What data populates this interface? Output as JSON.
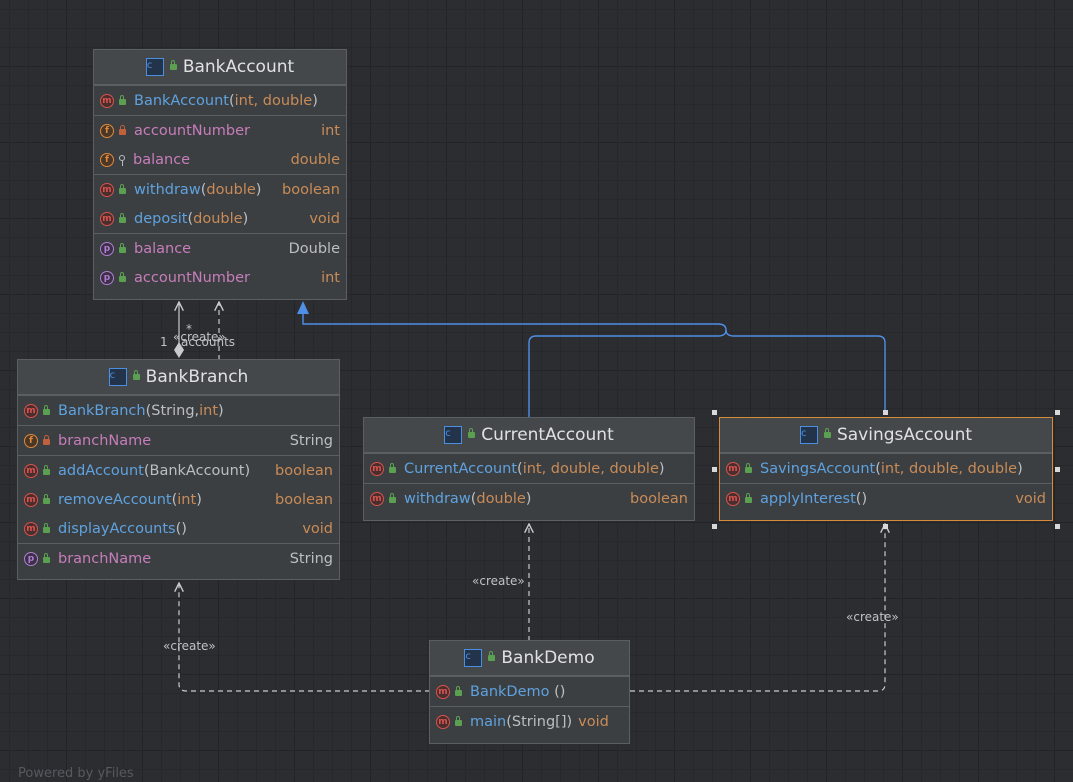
{
  "diagram": {
    "classes": {
      "bank_account": {
        "name": "BankAccount",
        "constructor": {
          "name": "BankAccount",
          "args": "int, double"
        },
        "fields": [
          {
            "name": "accountNumber",
            "type": "int"
          },
          {
            "name": "balance",
            "type": "double"
          }
        ],
        "methods": [
          {
            "name": "withdraw",
            "args": "double",
            "type": "boolean"
          },
          {
            "name": "deposit",
            "args": "double",
            "type": "void"
          }
        ],
        "properties": [
          {
            "name": "balance",
            "type": "Double"
          },
          {
            "name": "accountNumber",
            "type": "int"
          }
        ]
      },
      "bank_branch": {
        "name": "BankBranch",
        "constructor": {
          "name": "BankBranch",
          "args_a": "String",
          "args_b": "int"
        },
        "fields": [
          {
            "name": "branchName",
            "type": "String"
          }
        ],
        "methods": [
          {
            "name": "addAccount",
            "args": "BankAccount",
            "type": "boolean"
          },
          {
            "name": "removeAccount",
            "args": "int",
            "type": "boolean"
          },
          {
            "name": "displayAccounts",
            "args": "",
            "type": "void"
          }
        ],
        "properties": [
          {
            "name": "branchName",
            "type": "String"
          }
        ]
      },
      "current_account": {
        "name": "CurrentAccount",
        "constructor": {
          "name": "CurrentAccount",
          "args": "int, double, double"
        },
        "methods": [
          {
            "name": "withdraw",
            "args": "double",
            "type": "boolean"
          }
        ]
      },
      "savings_account": {
        "name": "SavingsAccount",
        "constructor": {
          "name": "SavingsAccount",
          "args": "int, double, double"
        },
        "methods": [
          {
            "name": "applyInterest",
            "args": "",
            "type": "void"
          }
        ]
      },
      "bank_demo": {
        "name": "BankDemo",
        "constructor": {
          "name": "BankDemo",
          "args": ""
        },
        "methods": [
          {
            "name": "main",
            "args": "String[]",
            "type": "void"
          }
        ]
      }
    },
    "edge_labels": {
      "create": "«create»",
      "multiplicity_one": "1",
      "multiplicity_many": "*",
      "role_accounts": "accounts"
    },
    "icons": {
      "class": "class-icon",
      "method": "method-icon",
      "field": "field-icon",
      "property": "property-icon",
      "public": "public-lock-icon",
      "private": "private-lock-icon",
      "package": "package-key-icon"
    },
    "colors": {
      "background": "#2b2d30",
      "node": "#3c3f41",
      "edge": "#c8cacd",
      "inheritance": "#4f8fe6",
      "selection": "#d68a3a"
    }
  },
  "footer": {
    "text": "Powered by yFiles"
  }
}
